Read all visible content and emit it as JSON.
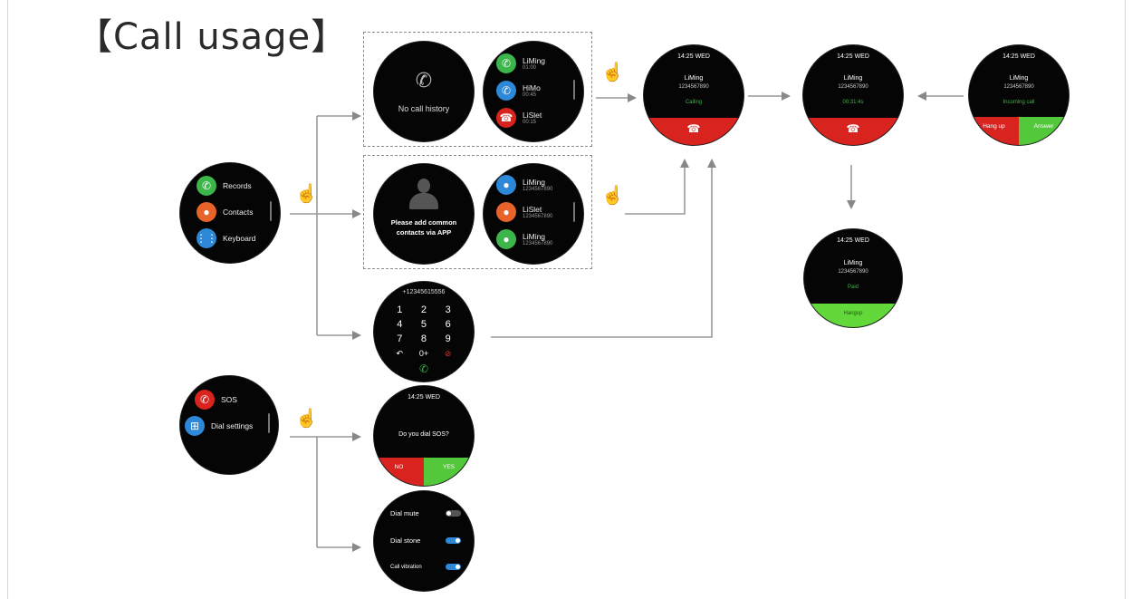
{
  "title": "【Call  usage】",
  "colors": {
    "arrow": "#888888",
    "accent_green": "#3cb54a",
    "accent_red": "#d8231e",
    "accent_blue": "#2d88d8"
  },
  "menu_call": {
    "items": [
      {
        "label": "Records",
        "icon": "phone-icon",
        "color": "#3cb54a"
      },
      {
        "label": "Contacts",
        "icon": "person-icon",
        "color": "#e8632a"
      },
      {
        "label": "Keyboard",
        "icon": "keypad-icon",
        "color": "#2d88d8"
      }
    ]
  },
  "menu_sos": {
    "items": [
      {
        "label": "SOS",
        "icon": "phone-icon",
        "color": "#d8231e"
      },
      {
        "label": "Dial settings",
        "icon": "grid-icon",
        "color": "#2d88d8"
      }
    ]
  },
  "no_history": {
    "text": "No call history"
  },
  "records": {
    "items": [
      {
        "name": "LiMing",
        "sub": "01:00",
        "icon": "incoming-call-icon",
        "color": "#3cb54a"
      },
      {
        "name": "HiMo",
        "sub": "00:45",
        "icon": "outgoing-call-icon",
        "color": "#2d88d8"
      },
      {
        "name": "LiSlet",
        "sub": "00:15",
        "icon": "missed-call-icon",
        "color": "#d8231e"
      }
    ]
  },
  "no_contacts": {
    "line1": "Please add common",
    "line2": "contacts via APP"
  },
  "contacts": {
    "items": [
      {
        "name": "LiMing",
        "number": "1234567890",
        "color": "#2d88d8"
      },
      {
        "name": "LiSlet",
        "number": "1234567890",
        "color": "#e8632a"
      },
      {
        "name": "LiMing",
        "number": "1234567890",
        "color": "#3cb54a"
      }
    ]
  },
  "keypad": {
    "display": "+12345615556",
    "keys": [
      "1",
      "2",
      "3",
      "4",
      "5",
      "6",
      "7",
      "8",
      "9",
      "↶",
      "0+",
      "⊘"
    ]
  },
  "dialing": {
    "time": "14:25",
    "day": "WED",
    "name": "LiMing",
    "number": "1234567890",
    "status": "Calling"
  },
  "in_call": {
    "time": "14:25",
    "day": "WED",
    "name": "LiMing",
    "number": "1234567890",
    "status": "00:31:4s"
  },
  "incoming": {
    "time": "14:25",
    "day": "WED",
    "name": "LiMing",
    "number": "1234567890",
    "status": "Incoming call",
    "reject": "Hang up",
    "accept": "Answer"
  },
  "ended": {
    "time": "14:25",
    "day": "WED",
    "name": "LiMing",
    "number": "1234567890",
    "status": "Paid",
    "bar": "Hangup"
  },
  "sos_confirm": {
    "time": "14:25",
    "day": "WED",
    "question": "Do you dial SOS?",
    "no": "NO",
    "yes": "YES"
  },
  "dial_settings": {
    "rows": [
      {
        "label": "Dial mute",
        "on": false
      },
      {
        "label": "Dial stone",
        "on": true
      },
      {
        "label": "Call vibration",
        "on": true
      }
    ]
  }
}
